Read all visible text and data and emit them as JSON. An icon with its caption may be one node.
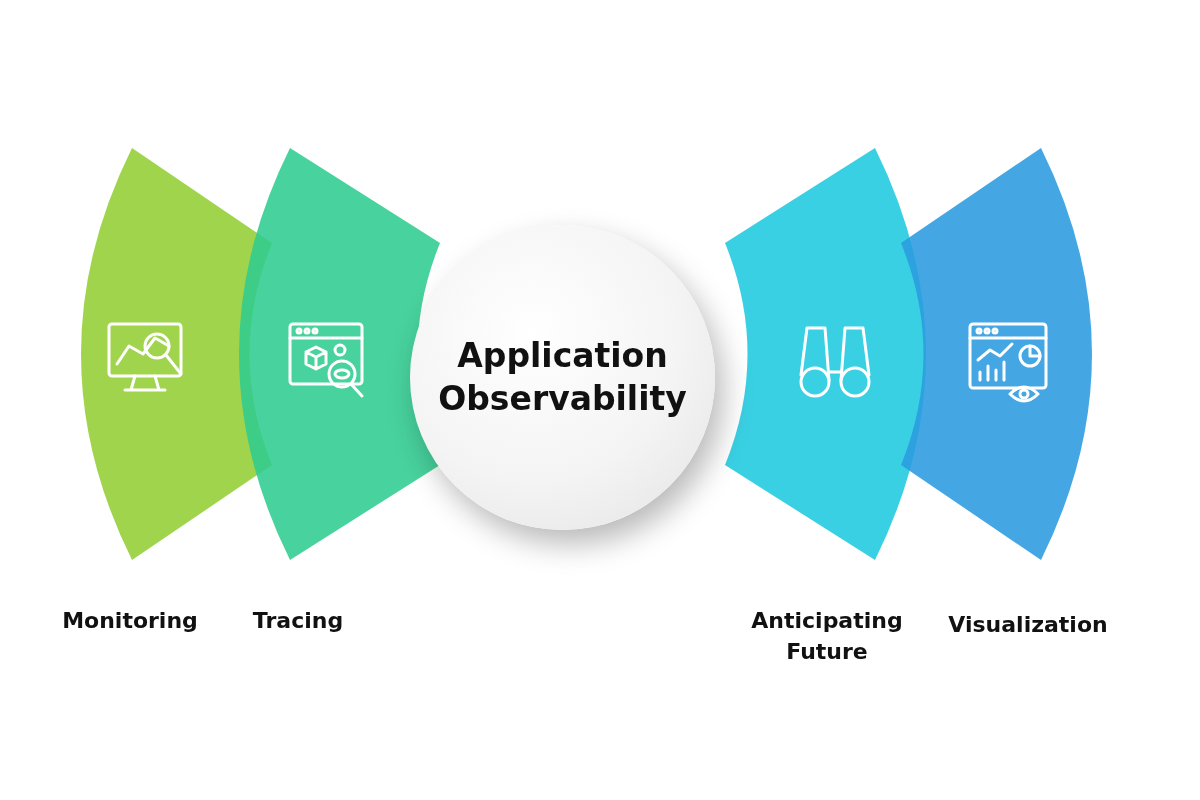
{
  "diagram": {
    "nodes": [
      {
        "text": [
          "Application Observability"
        ]
      },
      {
        "text": [
          "Monitoring"
        ]
      },
      {
        "text": [
          "Tracing"
        ]
      },
      {
        "text": [
          "Anticipating Future"
        ]
      },
      {
        "text": [
          "Visualization"
        ]
      }
    ]
  }
}
